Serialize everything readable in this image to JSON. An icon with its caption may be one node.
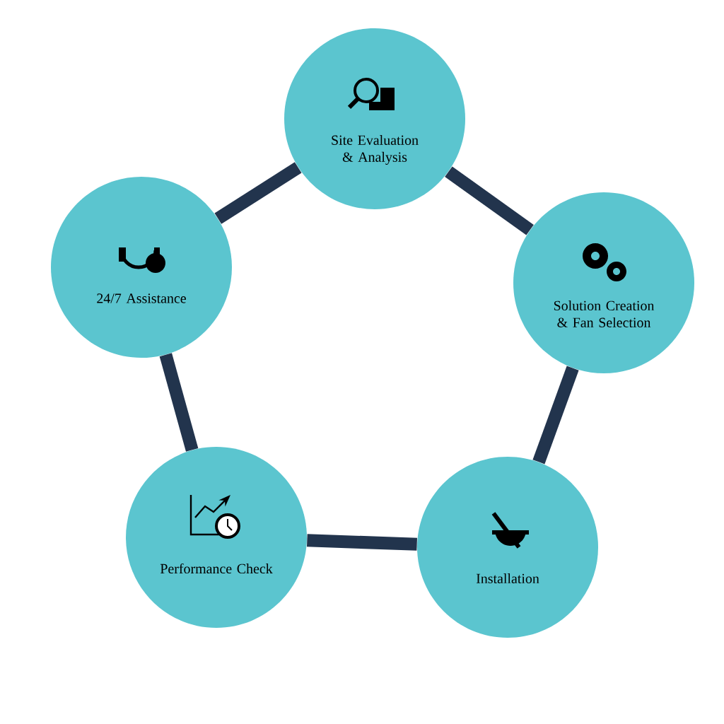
{
  "diagram": {
    "nodes": [
      {
        "text": [
          "Site Evaluation & Analysis"
        ]
      },
      {
        "text": [
          "Solution Creation & Fan Selection"
        ]
      },
      {
        "text": [
          "Installation"
        ]
      },
      {
        "text": [
          "Performance Check"
        ]
      },
      {
        "text": [
          "24/7 Assistance"
        ]
      }
    ],
    "edges": [
      {
        "from": 0,
        "to": 1,
        "arrow": "none"
      },
      {
        "from": 1,
        "to": 2,
        "arrow": "none"
      },
      {
        "from": 2,
        "to": 3,
        "arrow": "none"
      },
      {
        "from": 3,
        "to": 4,
        "arrow": "none"
      },
      {
        "from": 4,
        "to": 0,
        "arrow": "none"
      }
    ]
  }
}
